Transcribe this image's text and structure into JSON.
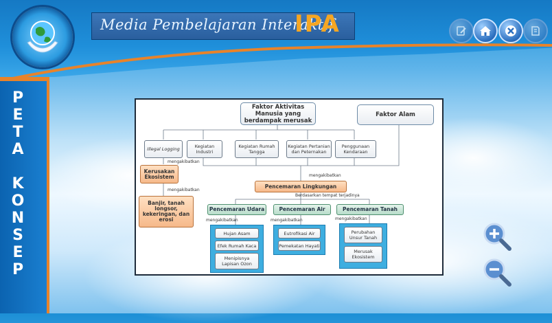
{
  "header": {
    "title": "Media Pembelajaran Interaktif",
    "subject": "IPA",
    "logo_icon": "globe-hands-icon",
    "buttons": [
      {
        "name": "notes-button",
        "icon": "pencil-icon"
      },
      {
        "name": "home-button",
        "icon": "home-icon"
      },
      {
        "name": "close-button",
        "icon": "close-icon"
      },
      {
        "name": "info-button",
        "icon": "book-icon"
      }
    ]
  },
  "sidebar": {
    "letters": [
      "P",
      "E",
      "T",
      "A",
      "",
      "K",
      "O",
      "N",
      "S",
      "E",
      "P"
    ]
  },
  "concept_map": {
    "root": "Faktor Aktivitas Manusia yang berdampak merusak",
    "alam": "Faktor Alam",
    "activities": [
      "Illegal Logging",
      "Kegiatan Industri",
      "Kegiatan Rumah Tangga",
      "Kegiatan Pertanian dan Peternakan",
      "Penggunaan Kendaraan"
    ],
    "link_mengakibatkan": "mengakibatkan",
    "kerusakan": "Kerusakan Ekosistem",
    "banjir": "Banjir, tanah longsor, kekeringan, dan erosi",
    "pencemaran": "Pencemaran Lingkungan",
    "link_tempat": "Berdasarkan tempat terjadinya",
    "types": [
      "Pencemaran Udara",
      "Pencemaran Air",
      "Pencemaran Tanah"
    ],
    "udara_effects": [
      "Hujan Asam",
      "Efek Rumah Kaca",
      "Menipisnya Lapisan Ozon"
    ],
    "air_effects": [
      "Eutrofikasi Air",
      "Pemekatan Hayati"
    ],
    "tanah_effects": [
      "Perubahan Unsur Tanah",
      "Merusak Ekosistem"
    ]
  },
  "zoom": {
    "in_icon": "zoom-in-icon",
    "out_icon": "zoom-out-icon"
  },
  "colors": {
    "accent": "#e8832a",
    "header": "#1f8fda",
    "panel": "#3eaee0"
  }
}
